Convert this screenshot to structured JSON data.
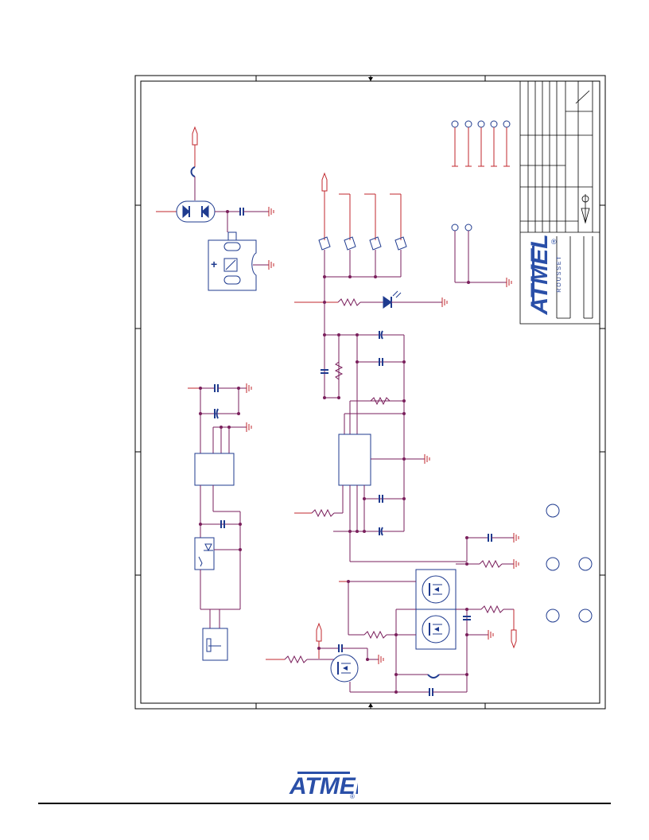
{
  "colors": {
    "wire": "#7a1f5c",
    "net": "#c0272d",
    "part": "#1f3b8f",
    "frame": "#000000",
    "brand": "#2a4fa8"
  },
  "title_block": {
    "logo_word": "ATMEL",
    "location": "R O U S S E T",
    "registered_mark": "®"
  },
  "footer": {
    "logo_word": "ATMEL",
    "registered_mark": "®"
  }
}
